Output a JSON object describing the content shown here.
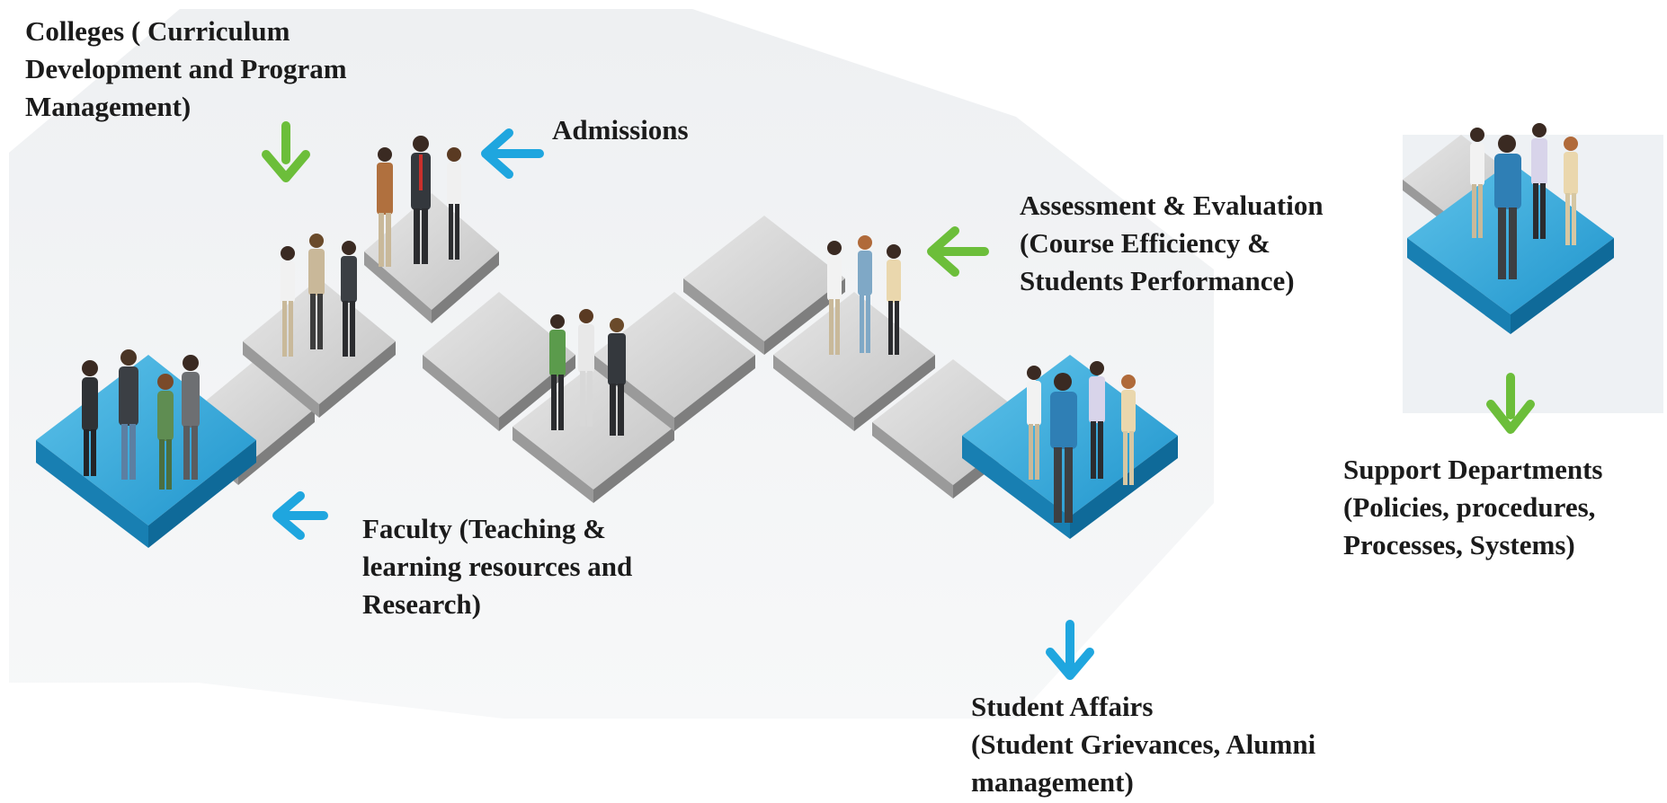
{
  "colors": {
    "tile_gray": "#d2d2d2",
    "tile_blue": "#29a3d8",
    "arrow_blue": "#1fa6df",
    "arrow_green": "#6cbe3a",
    "text": "#1b1b1b"
  },
  "labels": {
    "colleges": [
      "Colleges ( Curriculum",
      "Development and  Program",
      "Management)"
    ],
    "admissions": [
      "Admissions"
    ],
    "assessment": [
      "Assessment & Evaluation",
      "(Course Efficiency &",
      "Students Performance)"
    ],
    "faculty": [
      "Faculty (Teaching &",
      "learning resources and",
      "Research)"
    ],
    "support": [
      "Support Departments",
      "(Policies, procedures,",
      "Processes, Systems)"
    ],
    "student_affairs": [
      "Student Affairs",
      "(Student Grievances, Alumni",
      "management)"
    ]
  },
  "arrows": [
    {
      "id": "colleges",
      "direction": "down",
      "color": "green"
    },
    {
      "id": "admissions",
      "direction": "left",
      "color": "blue"
    },
    {
      "id": "assessment",
      "direction": "left",
      "color": "green"
    },
    {
      "id": "faculty",
      "direction": "left",
      "color": "blue"
    },
    {
      "id": "support",
      "direction": "down",
      "color": "green"
    },
    {
      "id": "student-affairs",
      "direction": "down",
      "color": "blue"
    }
  ]
}
